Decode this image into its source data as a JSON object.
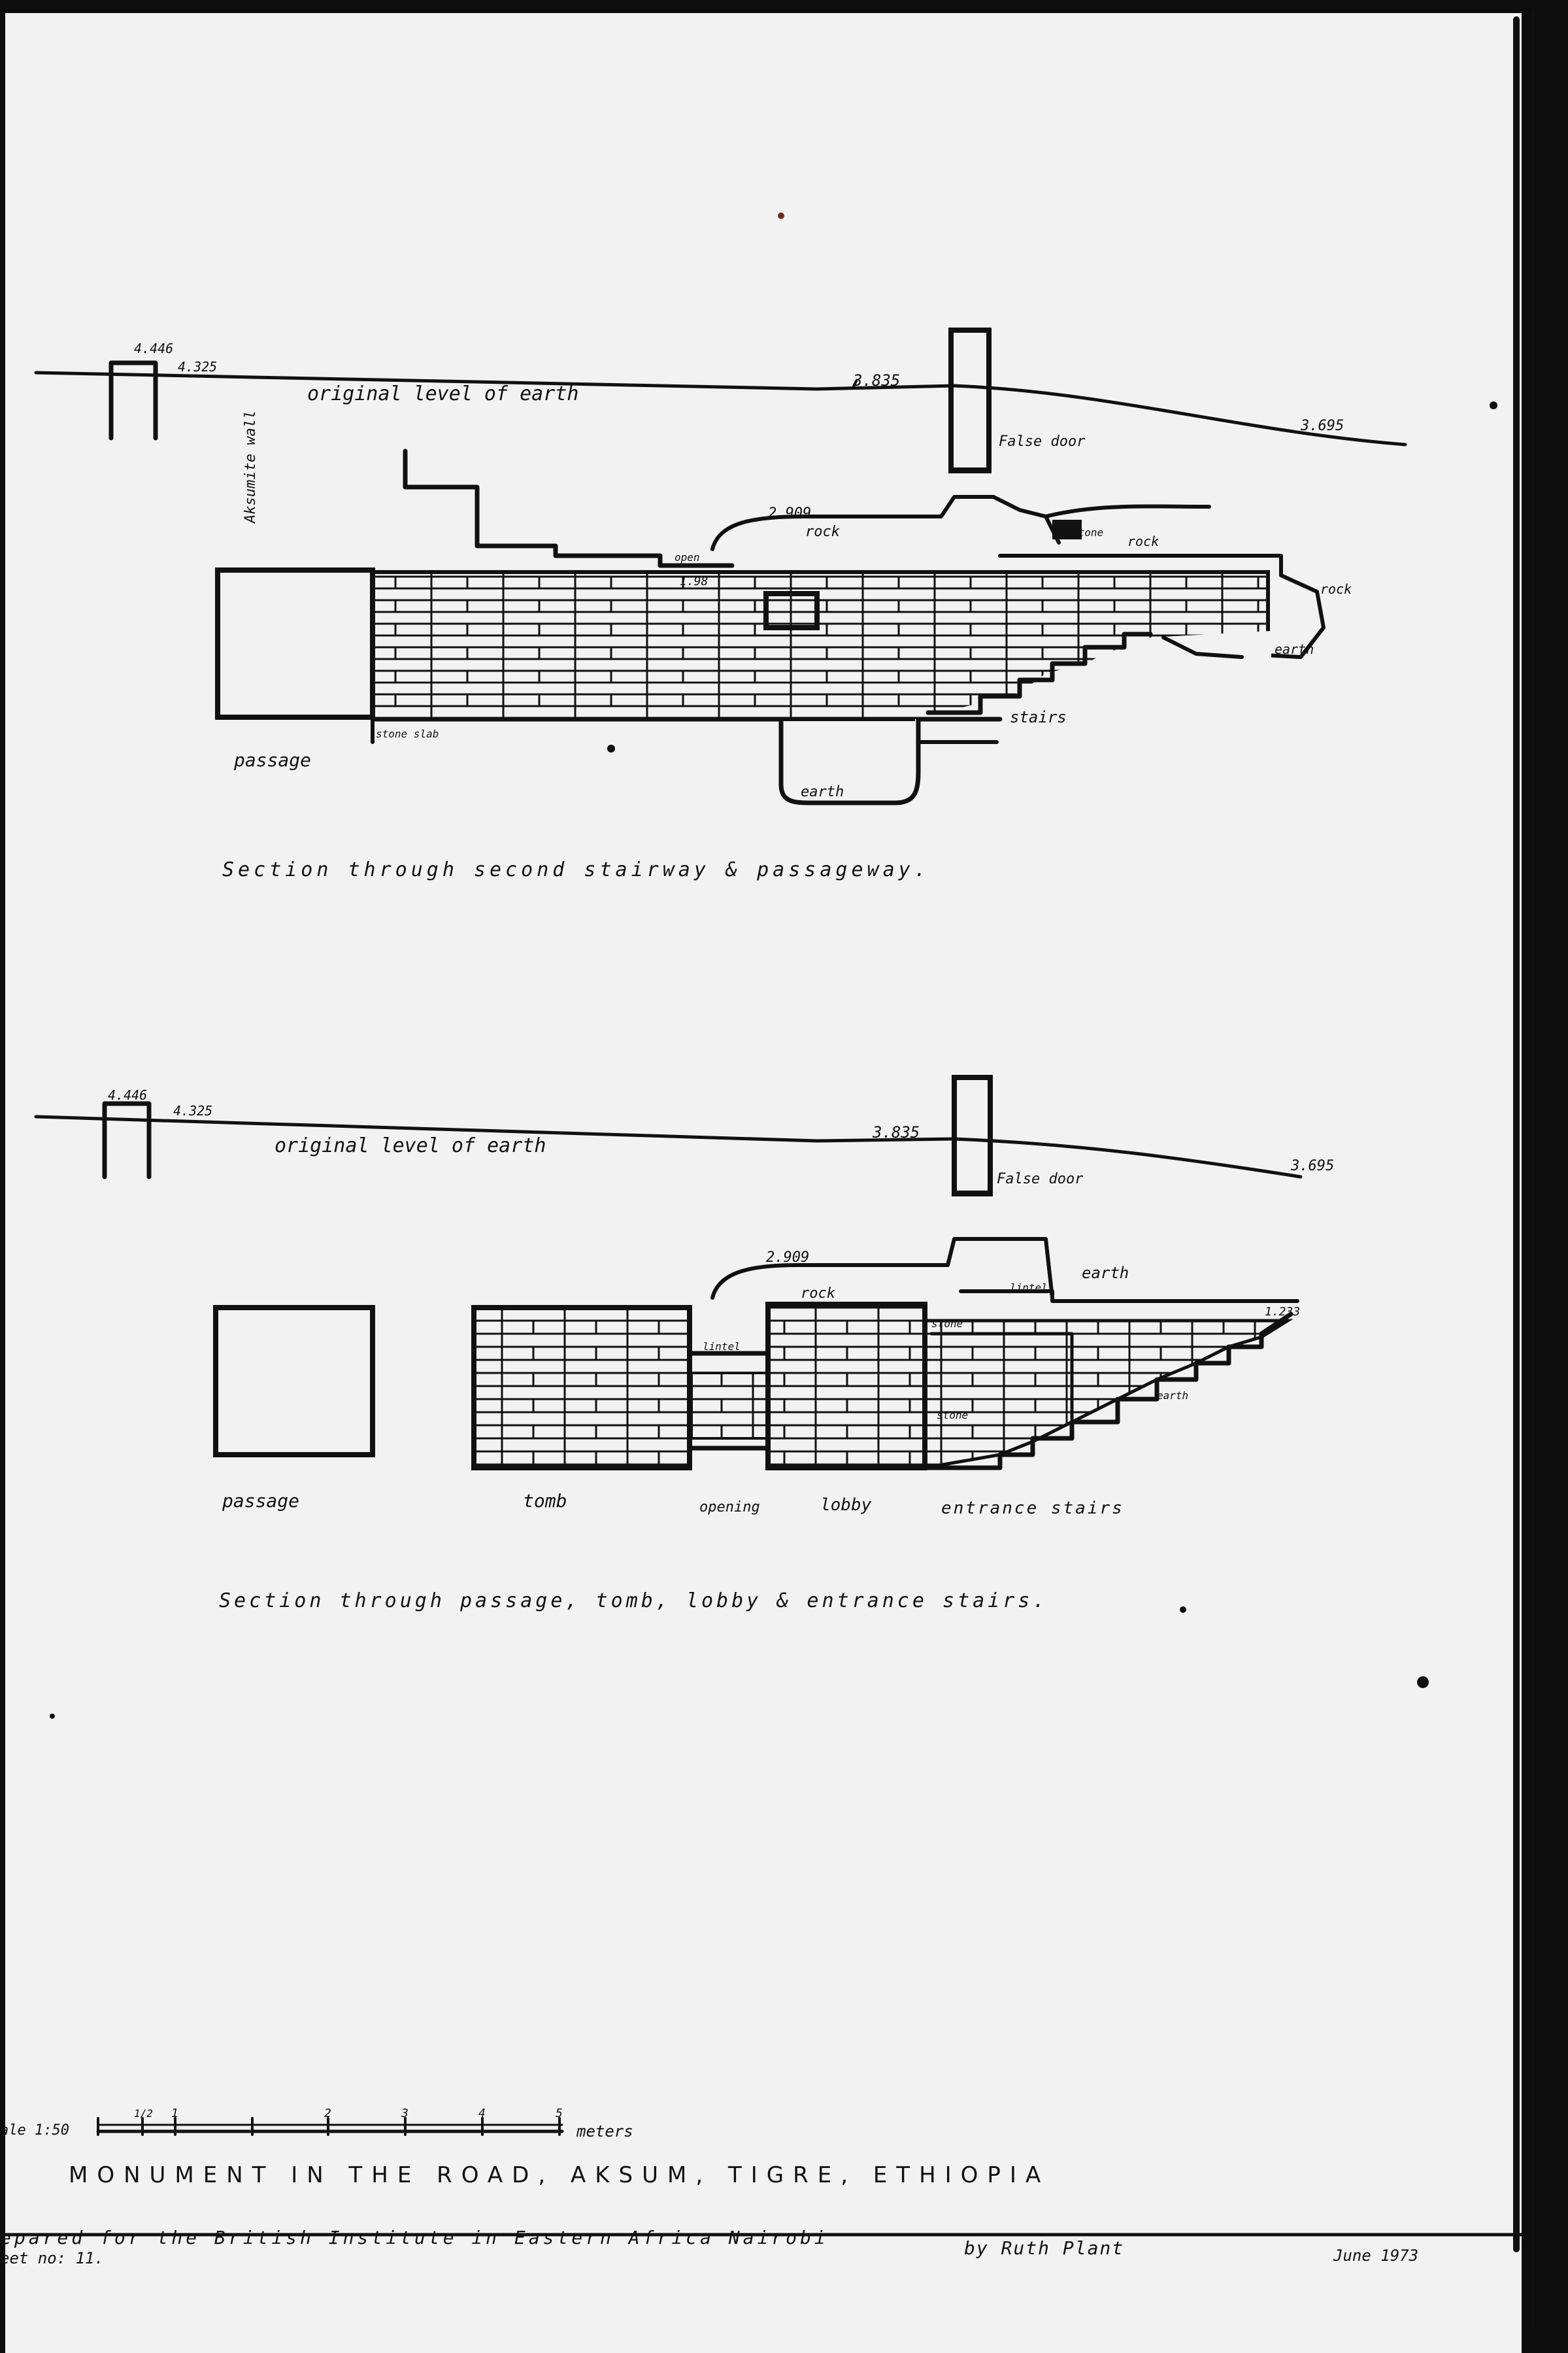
{
  "drawing": {
    "section1": {
      "caption": "Section through second stairway & passageway.",
      "labels": {
        "level_earth": "original level of earth",
        "aksumite_wall": "Aksumite wall",
        "false_door": "False door",
        "rock_1": "rock",
        "rock_2": "rock",
        "rock_3": "rock",
        "earth_1": "earth",
        "earth_2": "earth",
        "stairs": "stairs",
        "passage": "passage",
        "stone_slab": "stone slab",
        "opening": "open",
        "stone": "stone"
      },
      "elevations": {
        "e1": "4.446",
        "e2": "4.325",
        "e3": "3.835",
        "e4": "3.695",
        "e5": "2.909",
        "e6": "1.98"
      }
    },
    "section2": {
      "caption": "Section through passage, tomb, lobby & entrance stairs.",
      "labels": {
        "level_earth": "original level of earth",
        "false_door": "False door",
        "rock": "rock",
        "earth_1": "earth",
        "earth_2": "earth",
        "lintel_1": "lintel",
        "lintel_2": "lintel",
        "stone_1": "stone",
        "stone_2": "stone",
        "passage": "passage",
        "tomb": "tomb",
        "opening": "opening",
        "lobby": "lobby",
        "entrance_stairs": "entrance stairs"
      },
      "elevations": {
        "e1": "4.446",
        "e2": "4.325",
        "e3": "3.835",
        "e4": "3.695",
        "e5": "2.909",
        "e6": "1.233"
      }
    },
    "scale": {
      "label": "ale 1:50",
      "ticks": [
        "1/2",
        "1",
        "2",
        "3",
        "4",
        "5"
      ],
      "unit": "meters"
    },
    "title": "MONUMENT IN THE ROAD, AKSUM, TIGRE, ETHIOPIA",
    "footer": {
      "prepared": "epared for the British Institute in Eastern Africa Nairobi",
      "sheet": "eet no: 11.",
      "author": "by Ruth Plant",
      "date": "June 1973"
    }
  }
}
